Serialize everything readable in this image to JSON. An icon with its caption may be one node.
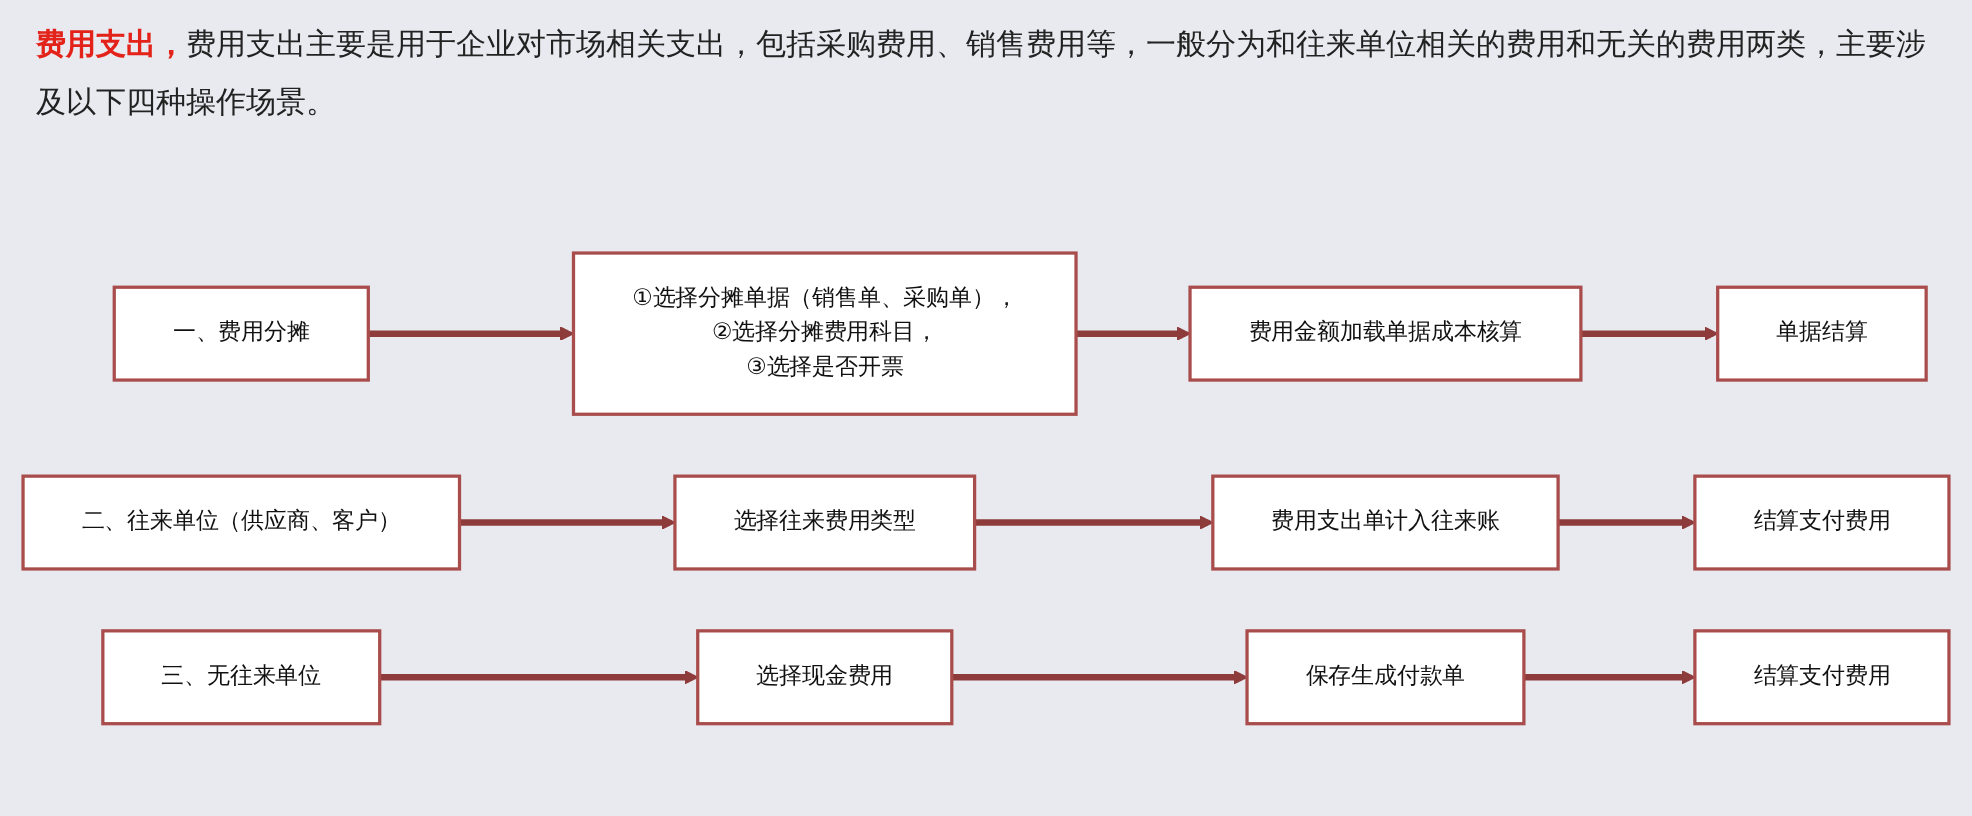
{
  "diagram": {
    "title": "**费用支出，**费用支出主要是用于企业对市场相关支出，包括采购费用、销售费用等，一般分为和往来单位相关的费用和无关的费用两类，主要涉及以下四种操作场景。",
    "nodes": [
      {
        "text": [
          "一、费用分摊"
        ]
      },
      {
        "text": [
          "①选择分摊单据（销售单、采购单），",
          "②选择分摊费用科目，",
          "③选择是否开票"
        ]
      },
      {
        "text": [
          "费用金额加载单据成本核算"
        ]
      },
      {
        "text": [
          "单据结算"
        ]
      },
      {
        "text": [
          "二、往来单位（供应商、客户）"
        ]
      },
      {
        "text": [
          "选择往来费用类型"
        ]
      },
      {
        "text": [
          "费用支出单计入往来账"
        ]
      },
      {
        "text": [
          "结算支付费用"
        ]
      },
      {
        "text": [
          "三、无往来单位"
        ]
      },
      {
        "text": [
          "选择现金费用"
        ]
      },
      {
        "text": [
          "保存生成付款单"
        ]
      },
      {
        "text": [
          "结算支付费用"
        ]
      }
    ],
    "edges": [
      {
        "from": 0,
        "to": 1,
        "arrow": "to"
      },
      {
        "from": 1,
        "to": 2,
        "arrow": "to"
      },
      {
        "from": 2,
        "to": 3,
        "arrow": "to"
      },
      {
        "from": 4,
        "to": 5,
        "arrow": "to"
      },
      {
        "from": 5,
        "to": 6,
        "arrow": "to"
      },
      {
        "from": 6,
        "to": 7,
        "arrow": "to"
      },
      {
        "from": 8,
        "to": 9,
        "arrow": "to"
      },
      {
        "from": 9,
        "to": 10,
        "arrow": "to"
      },
      {
        "from": 10,
        "to": 11,
        "arrow": "to"
      }
    ]
  }
}
